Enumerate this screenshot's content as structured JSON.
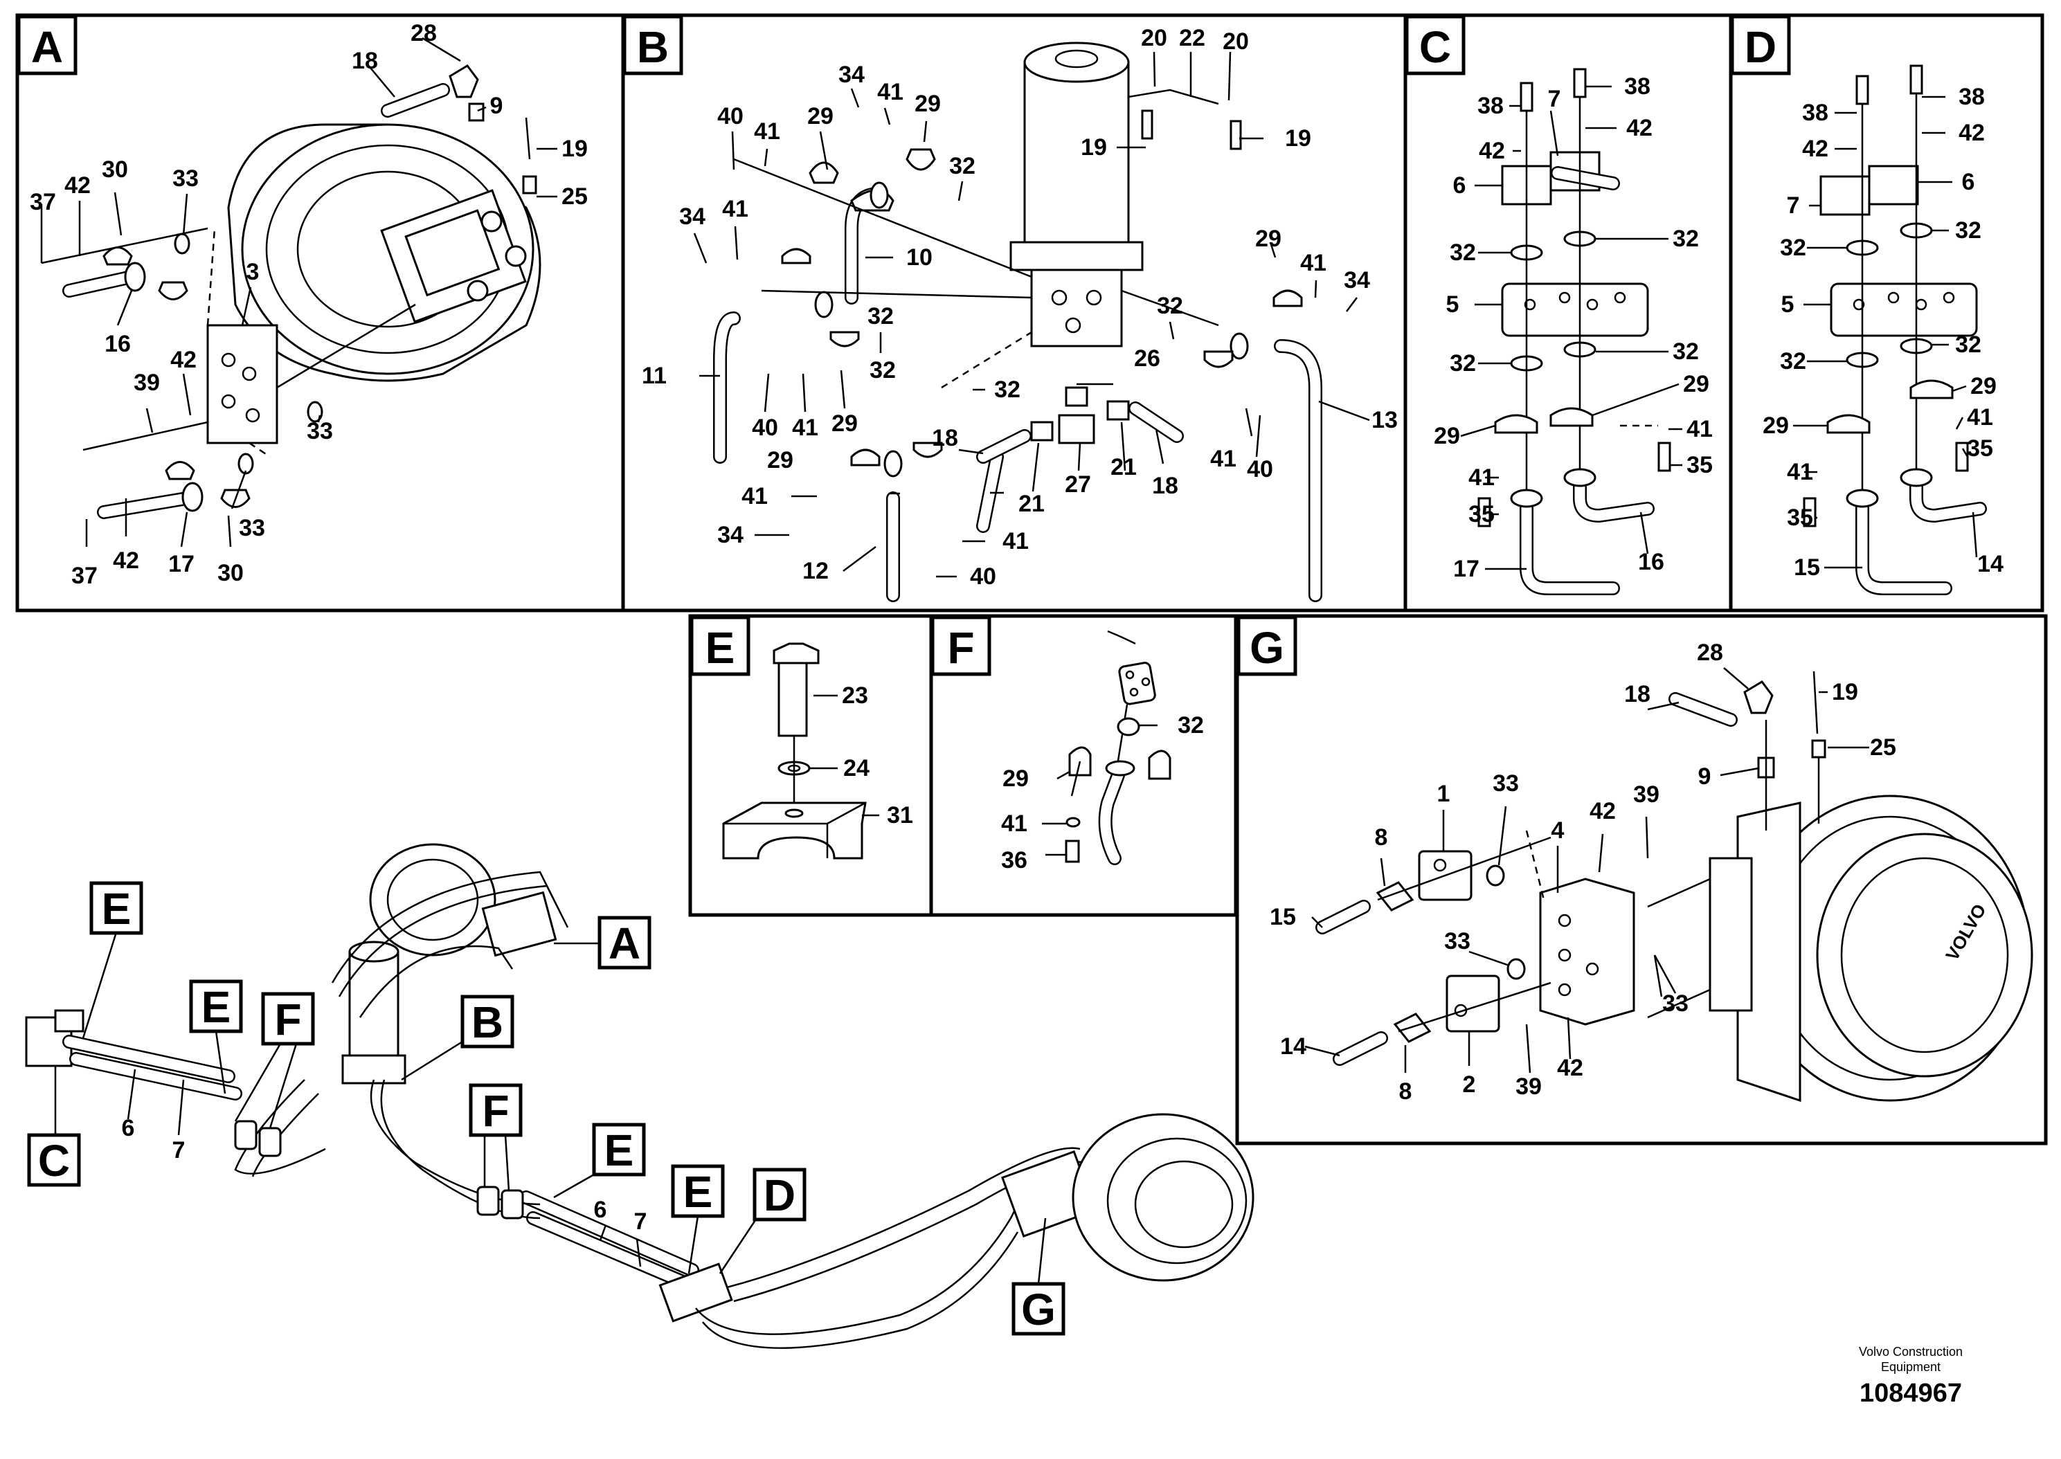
{
  "sections": {
    "A": {
      "label": "A",
      "numbers": [
        "28",
        "18",
        "9",
        "19",
        "25",
        "37",
        "42",
        "30",
        "33",
        "3",
        "16",
        "42",
        "39",
        "33",
        "37",
        "42",
        "17",
        "33",
        "30"
      ]
    },
    "B": {
      "label": "B",
      "numbers": [
        "20",
        "22",
        "20",
        "34",
        "41",
        "29",
        "40",
        "41",
        "29",
        "32",
        "19",
        "19",
        "34",
        "41",
        "10",
        "32",
        "29",
        "41",
        "34",
        "11",
        "32",
        "26",
        "32",
        "40",
        "41",
        "29",
        "32",
        "29",
        "18",
        "21",
        "27",
        "21",
        "18",
        "41",
        "13",
        "41",
        "40",
        "34",
        "12",
        "41",
        "40"
      ]
    },
    "C": {
      "label": "C",
      "numbers": [
        "7",
        "38",
        "38",
        "42",
        "42",
        "6",
        "32",
        "32",
        "5",
        "32",
        "32",
        "29",
        "29",
        "41",
        "41",
        "35",
        "35",
        "17",
        "16"
      ]
    },
    "D": {
      "label": "D",
      "numbers": [
        "38",
        "38",
        "42",
        "42",
        "6",
        "7",
        "32",
        "32",
        "5",
        "32",
        "32",
        "29",
        "29",
        "41",
        "41",
        "35",
        "35",
        "15",
        "14"
      ]
    },
    "E": {
      "label": "E",
      "numbers": [
        "23",
        "24",
        "31"
      ]
    },
    "F": {
      "label": "F",
      "numbers": [
        "32",
        "29",
        "41",
        "36"
      ]
    },
    "G": {
      "label": "G",
      "numbers": [
        "28",
        "19",
        "18",
        "25",
        "9",
        "1",
        "33",
        "42",
        "39",
        "4",
        "8",
        "15",
        "33",
        "14",
        "8",
        "2",
        "39",
        "42",
        "33"
      ]
    }
  },
  "overview": {
    "callouts": [
      "E",
      "A",
      "E",
      "F",
      "B",
      "C",
      "F",
      "E",
      "E",
      "D",
      "G"
    ],
    "numbers": [
      "6",
      "7",
      "6",
      "7"
    ]
  },
  "footer": {
    "company_line1": "Volvo Construction",
    "company_line2": "Equipment",
    "drawing_number": "1084967"
  }
}
